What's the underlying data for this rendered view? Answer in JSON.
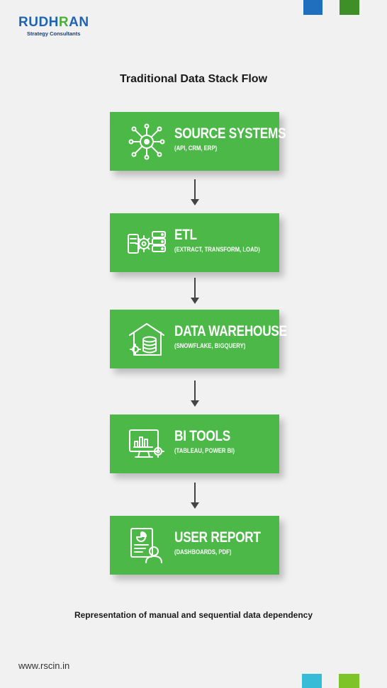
{
  "brand": {
    "name_part1": "RUDH",
    "name_part2": "R",
    "name_part3": "AN",
    "tagline": "Strategy Consultants",
    "colors": {
      "blue": "#1f63b3",
      "green": "#4fae3a"
    }
  },
  "title": "Traditional Data Stack Flow",
  "steps": [
    {
      "name": "SOURCE SYSTEMS",
      "sub": "(API, CRM, ERP)",
      "icon": "network-hub-icon"
    },
    {
      "name": "ETL",
      "sub": "(EXTRACT, TRANSFORM, LOAD)",
      "icon": "server-gear-icon"
    },
    {
      "name": "DATA WAREHOUSE",
      "sub": "(SNOWFLAKE, BIGQUERY)",
      "icon": "warehouse-database-icon"
    },
    {
      "name": "BI TOOLS",
      "sub": "(TABLEAU, POWER BI)",
      "icon": "monitor-chart-icon"
    },
    {
      "name": "USER REPORT",
      "sub": "(DASHBOARDS, PDF)",
      "icon": "report-user-icon"
    }
  ],
  "caption": "Representation of manual and sequential data dependency",
  "website": "www.rscin.in",
  "colors": {
    "box_green": "#4cb848",
    "corner_top_blue": "#1f6fbe",
    "corner_top_green": "#3e8f28",
    "corner_bottom_cyan": "#36bcd6",
    "corner_bottom_lime": "#7cc427",
    "background": "#f1f1f1"
  }
}
